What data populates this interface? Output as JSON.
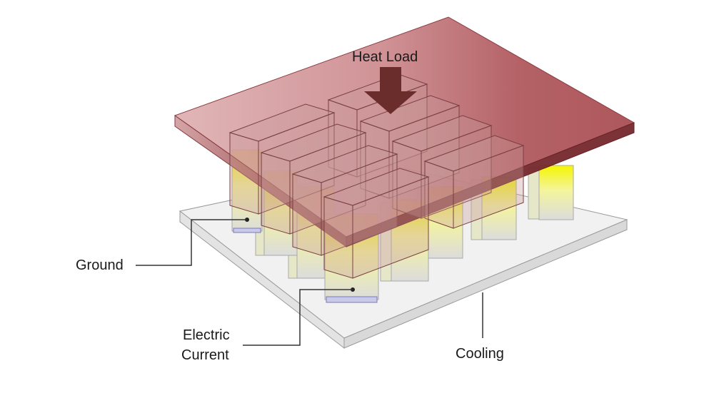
{
  "labels": {
    "heat_load": "Heat Load",
    "ground": "Ground",
    "electric_current_line1": "Electric",
    "electric_current_line2": "Current",
    "cooling": "Cooling"
  },
  "colors": {
    "heat_plate": "#a3474b",
    "cold_plate": "#efefef",
    "arrow": "#6b2c2c",
    "leg_glow": "#f2f20a",
    "leader_line": "#333333"
  }
}
